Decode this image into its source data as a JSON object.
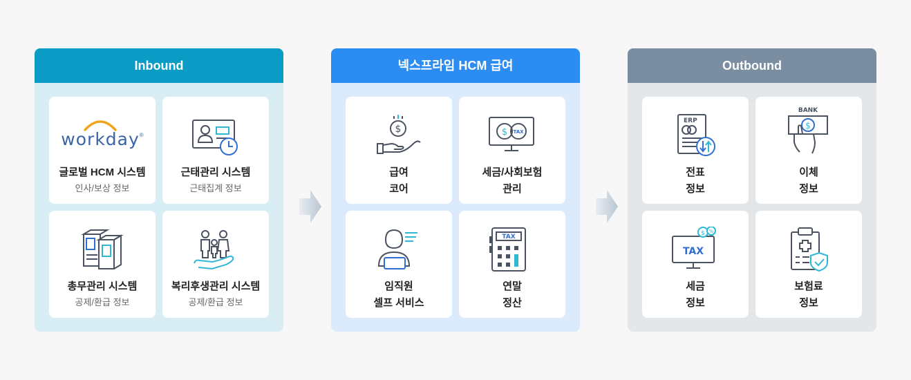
{
  "inbound": {
    "title": "Inbound",
    "cards": [
      {
        "logo_text": "workday",
        "title": "글로벌 HCM 시스템",
        "sub": "인사/보상 정보",
        "icon": "workday-logo"
      },
      {
        "title": "근태관리 시스템",
        "sub": "근태집계 정보",
        "icon": "id-card-clock-icon"
      },
      {
        "title": "총무관리 시스템",
        "sub": "공제/환급 정보",
        "icon": "documents-icon"
      },
      {
        "title": "복리후생관리 시스템",
        "sub": "공제/환급 정보",
        "icon": "family-hand-icon"
      }
    ]
  },
  "middle": {
    "title": "넥스프라임 HCM 급여",
    "cards": [
      {
        "line1": "급여",
        "line2": "코어",
        "icon": "hand-coin-icon"
      },
      {
        "line1": "세금/사회보험",
        "line2": "관리",
        "icon": "monitor-tax-icon",
        "icon_text": "TAX"
      },
      {
        "line1": "임직원",
        "line2": "셀프 서비스",
        "icon": "employee-laptop-icon"
      },
      {
        "line1": "연말",
        "line2": "정산",
        "icon": "tax-calculator-icon",
        "icon_text": "TAX"
      }
    ]
  },
  "outbound": {
    "title": "Outbound",
    "cards": [
      {
        "line1": "전표",
        "line2": "정보",
        "icon": "erp-document-icon",
        "icon_text": "ERP"
      },
      {
        "line1": "이체",
        "line2": "정보",
        "icon": "bank-transfer-icon",
        "icon_text": "BANK"
      },
      {
        "line1": "세금",
        "line2": "정보",
        "icon": "tax-monitor-icon",
        "icon_text": "TAX"
      },
      {
        "line1": "보험료",
        "line2": "정보",
        "icon": "insurance-clipboard-icon"
      }
    ]
  },
  "colors": {
    "inbound_header": "#0a9cc4",
    "middle_header": "#2b8cf2",
    "outbound_header": "#7b8da0",
    "icon_stroke": "#4a5160",
    "icon_accent": "#2fb7d6"
  }
}
